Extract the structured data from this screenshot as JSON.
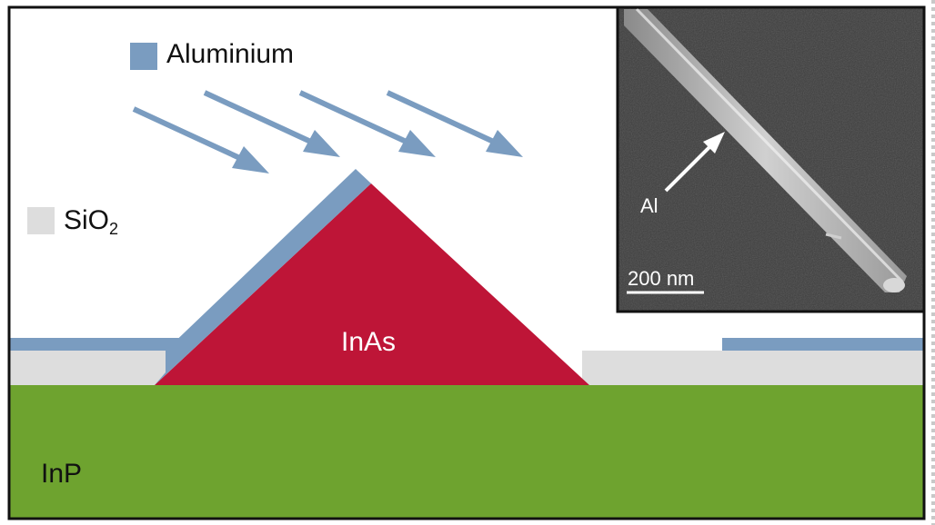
{
  "legend": {
    "aluminium": {
      "label": "Aluminium",
      "color": "#7a9cc0"
    },
    "sio2": {
      "label_main": "SiO",
      "label_sub": "2",
      "color": "#dddddd"
    }
  },
  "layers": {
    "inp": {
      "label": "InP",
      "color": "#6ea32f"
    },
    "inas": {
      "label": "InAs",
      "color": "#be1537"
    },
    "sio2_color": "#dddddd",
    "aluminium_color": "#7a9cc0"
  },
  "inset": {
    "arrow_label": "Al",
    "scale_bar_label": "200 nm",
    "background_color": "#3c3c3c"
  },
  "arrows": {
    "color": "#7a9cc0",
    "count": 4
  }
}
